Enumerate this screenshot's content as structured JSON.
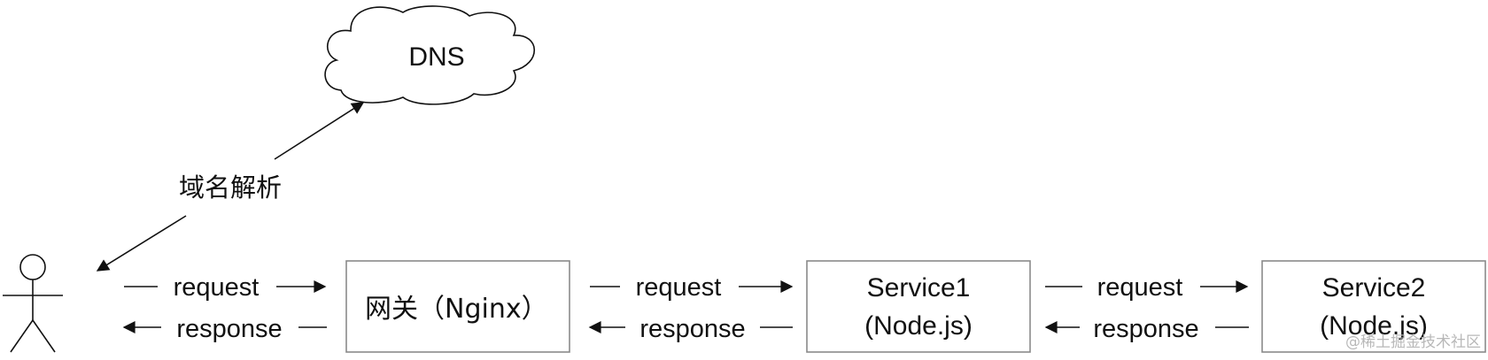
{
  "cloud": {
    "label": "DNS"
  },
  "resolve_label": "域名解析",
  "nodes": [
    {
      "lines": [
        "网关（Nginx）"
      ]
    },
    {
      "lines": [
        "Service1",
        "(Node.js)"
      ]
    },
    {
      "lines": [
        "Service2",
        "(Node.js)"
      ]
    }
  ],
  "flows": [
    {
      "request": "request",
      "response": "response"
    },
    {
      "request": "request",
      "response": "response"
    },
    {
      "request": "request",
      "response": "response"
    }
  ],
  "watermark": "@稀土掘金技术社区",
  "colors": {
    "line": "#111111",
    "box_border": "#8a8a8a"
  }
}
